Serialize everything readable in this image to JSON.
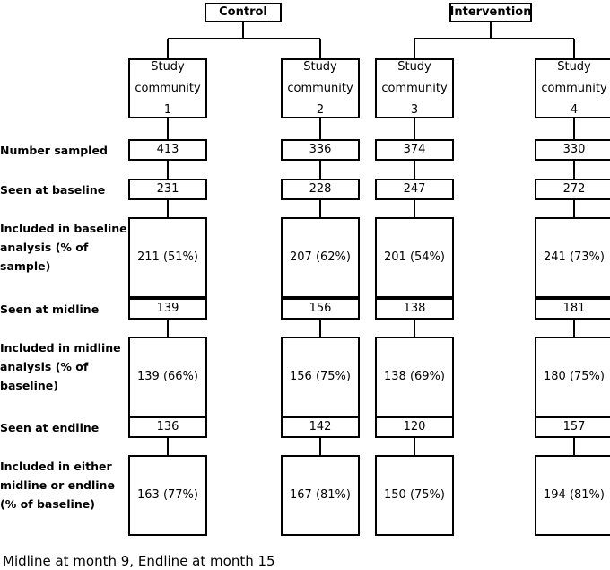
{
  "arms": [
    {
      "label": "Control",
      "communities": [
        0,
        1
      ]
    },
    {
      "label": "Intervention",
      "communities": [
        2,
        3
      ]
    }
  ],
  "communities": [
    {
      "line1": "Study",
      "line2": "community",
      "num": "1",
      "values": [
        "413",
        "231",
        "211 (51%)",
        "139",
        "139 (66%)",
        "136",
        "163 (77%)"
      ]
    },
    {
      "line1": "Study",
      "line2": "community",
      "num": "2",
      "values": [
        "336",
        "228",
        "207 (62%)",
        "156",
        "156 (75%)",
        "142",
        "167 (81%)"
      ]
    },
    {
      "line1": "Study",
      "line2": "community",
      "num": "3",
      "values": [
        "374",
        "247",
        "201 (54%)",
        "138",
        "138 (69%)",
        "120",
        "150 (75%)"
      ]
    },
    {
      "line1": "Study",
      "line2": "community",
      "num": "4",
      "values": [
        "330",
        "272",
        "241 (73%)",
        "181",
        "180 (75%)",
        "157",
        "194 (81%)"
      ]
    }
  ],
  "rows": [
    {
      "key": "sampled",
      "label": [
        "Number sampled"
      ]
    },
    {
      "key": "seen_baseline",
      "label": [
        "Seen at baseline"
      ]
    },
    {
      "key": "incl_baseline",
      "label": [
        "Included in baseline",
        "analysis (% of",
        "sample)"
      ]
    },
    {
      "key": "seen_midline",
      "label": [
        "Seen at midline"
      ]
    },
    {
      "key": "incl_midline",
      "label": [
        "Included in midline",
        "analysis (% of",
        "baseline)"
      ]
    },
    {
      "key": "seen_endline",
      "label": [
        "Seen at endline"
      ]
    },
    {
      "key": "incl_either",
      "label": [
        "Included in either",
        "midline or endline",
        "(% of baseline)"
      ]
    }
  ],
  "footnote": "Midline at month 9, Endline at month 15"
}
